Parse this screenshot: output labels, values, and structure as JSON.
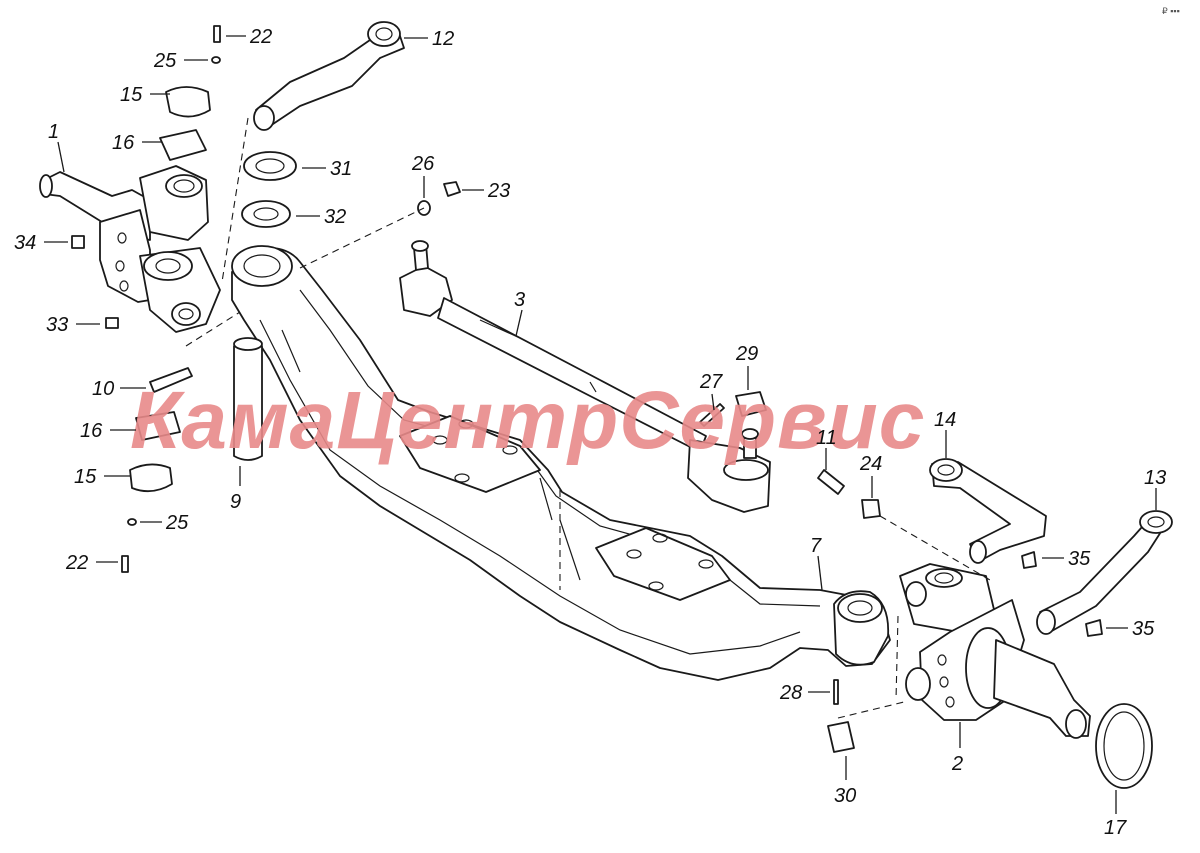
{
  "watermark": {
    "text": "КамаЦентрСервис",
    "color": "#e88a8a"
  },
  "corner_mark": "₽ ▪▪▪",
  "callouts": [
    {
      "id": "c1",
      "label": "1"
    },
    {
      "id": "c2",
      "label": "2"
    },
    {
      "id": "c3",
      "label": "3"
    },
    {
      "id": "c7",
      "label": "7"
    },
    {
      "id": "c9",
      "label": "9"
    },
    {
      "id": "c10",
      "label": "10"
    },
    {
      "id": "c11",
      "label": "11"
    },
    {
      "id": "c12",
      "label": "12"
    },
    {
      "id": "c13",
      "label": "13"
    },
    {
      "id": "c14",
      "label": "14"
    },
    {
      "id": "c15a",
      "label": "15"
    },
    {
      "id": "c15b",
      "label": "15"
    },
    {
      "id": "c16a",
      "label": "16"
    },
    {
      "id": "c16b",
      "label": "16"
    },
    {
      "id": "c17",
      "label": "17"
    },
    {
      "id": "c22a",
      "label": "22"
    },
    {
      "id": "c22b",
      "label": "22"
    },
    {
      "id": "c23",
      "label": "23"
    },
    {
      "id": "c24",
      "label": "24"
    },
    {
      "id": "c25a",
      "label": "25"
    },
    {
      "id": "c25b",
      "label": "25"
    },
    {
      "id": "c26",
      "label": "26"
    },
    {
      "id": "c27",
      "label": "27"
    },
    {
      "id": "c28",
      "label": "28"
    },
    {
      "id": "c29",
      "label": "29"
    },
    {
      "id": "c30",
      "label": "30"
    },
    {
      "id": "c31",
      "label": "31"
    },
    {
      "id": "c32",
      "label": "32"
    },
    {
      "id": "c33",
      "label": "33"
    },
    {
      "id": "c34",
      "label": "34"
    },
    {
      "id": "c35a",
      "label": "35"
    },
    {
      "id": "c35b",
      "label": "35"
    }
  ]
}
